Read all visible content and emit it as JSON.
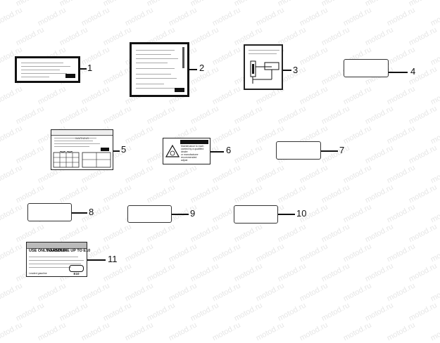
{
  "watermark": "motod.ru",
  "callouts": {
    "c1": "1",
    "c2": "2",
    "c3": "3",
    "c4": "4",
    "c5": "5",
    "c6": "6",
    "c7": "7",
    "c8": "8",
    "c9": "9",
    "c10": "10",
    "c11": "11"
  },
  "label5": {
    "header": "WARNING"
  },
  "label6": {
    "header": "WARNING",
    "lines": [
      "Maintenance to each",
      "carried by a qualified",
      "dealer",
      "or manufacturer",
      "recommended",
      "adjust"
    ]
  },
  "label11": {
    "header": "WARNING!",
    "title": "USE ONLY GASOLINE UP TO E10",
    "logo": "E10",
    "footer": "Leaded gasoline"
  }
}
